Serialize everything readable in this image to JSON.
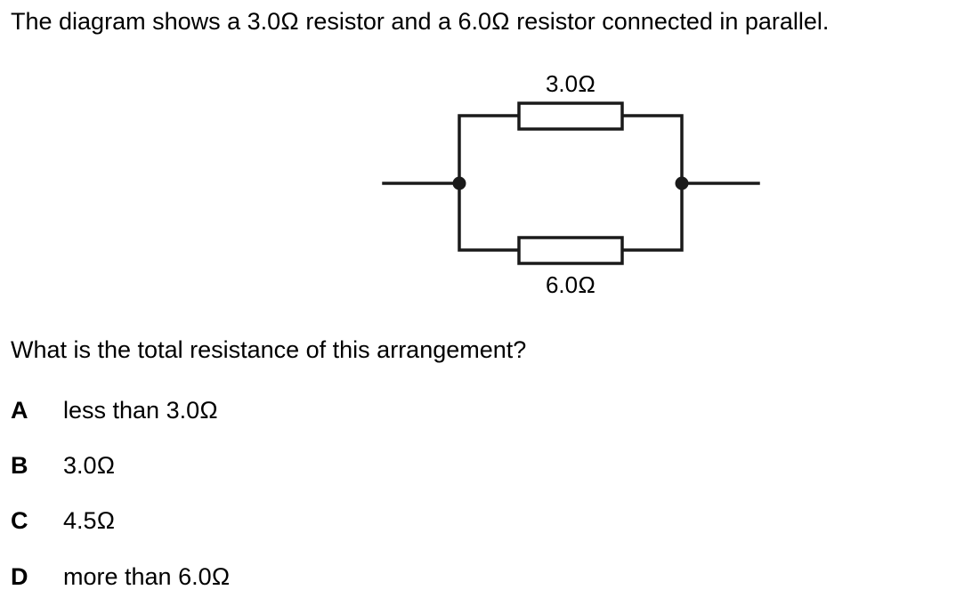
{
  "intro_text": "The diagram shows a 3.0Ω resistor and a 6.0Ω resistor connected in parallel.",
  "diagram": {
    "top_resistor_label": "3.0Ω",
    "bottom_resistor_label": "6.0Ω"
  },
  "question": "What is the total resistance of this arrangement?",
  "options": [
    {
      "letter": "A",
      "text": "less than 3.0Ω"
    },
    {
      "letter": "B",
      "text": "3.0Ω"
    },
    {
      "letter": "C",
      "text": "4.5Ω"
    },
    {
      "letter": "D",
      "text": "more than 6.0Ω"
    }
  ]
}
